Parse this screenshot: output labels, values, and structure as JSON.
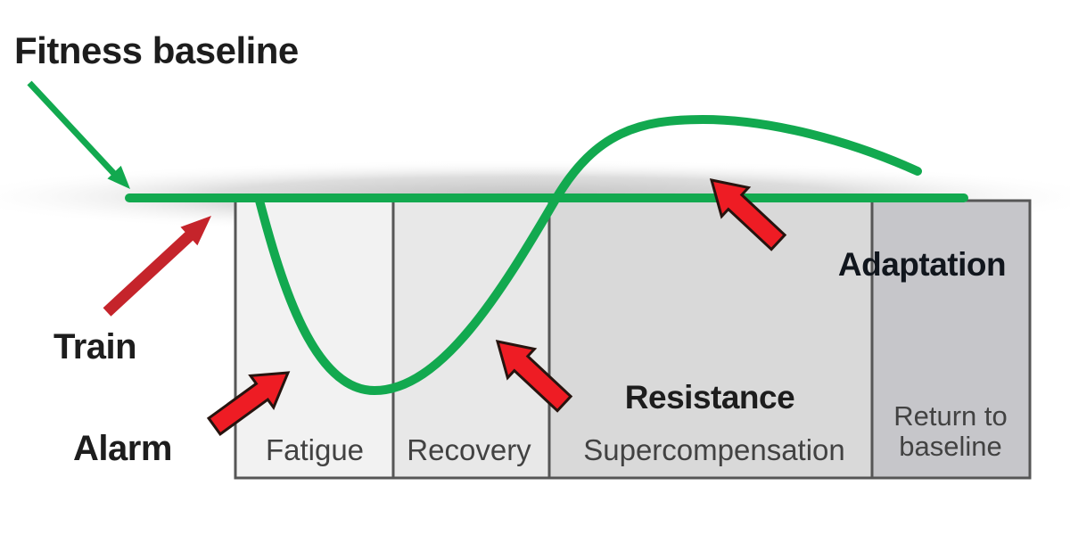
{
  "annotations": {
    "fitness_baseline": "Fitness baseline",
    "train": "Train",
    "alarm": "Alarm",
    "resistance": "Resistance",
    "adaptation": "Adaptation"
  },
  "phases": [
    {
      "label": "Fatigue"
    },
    {
      "label": "Recovery"
    },
    {
      "label": "Supercompensation"
    },
    {
      "label": "Return to baseline"
    }
  ],
  "colors": {
    "curve_green": "#12a94f",
    "block_arrow_red": "#ee1c24",
    "block_arrow_outline": "#26140f",
    "train_arrow_red": "#c5242b",
    "panel_border": "#565656",
    "panel_fill_fatigue": "#f2f2f2",
    "panel_fill_recovery": "#e8e8e8",
    "panel_fill_supercompensation": "#d9d9d9",
    "panel_fill_return_to_baseline": "#c6c6ca",
    "label_dark": "#1d1d1d",
    "label_gray": "#424242"
  },
  "chart_data": {
    "type": "line",
    "title": "",
    "x_phases": [
      "Fatigue",
      "Recovery",
      "Supercompensation",
      "Return to baseline"
    ],
    "baseline": "Fitness baseline",
    "relative_levels": [
      {
        "point": "start (Train)",
        "level": 0
      },
      {
        "point": "Fatigue trough (Alarm)",
        "level": -1
      },
      {
        "point": "crosses baseline (Recovery)",
        "level": 0
      },
      {
        "point": "Supercompensation peak (Resistance)",
        "level": 1
      },
      {
        "point": "end (Return to baseline / Adaptation)",
        "level": 0.35
      }
    ],
    "legend": "none",
    "grid": false
  }
}
